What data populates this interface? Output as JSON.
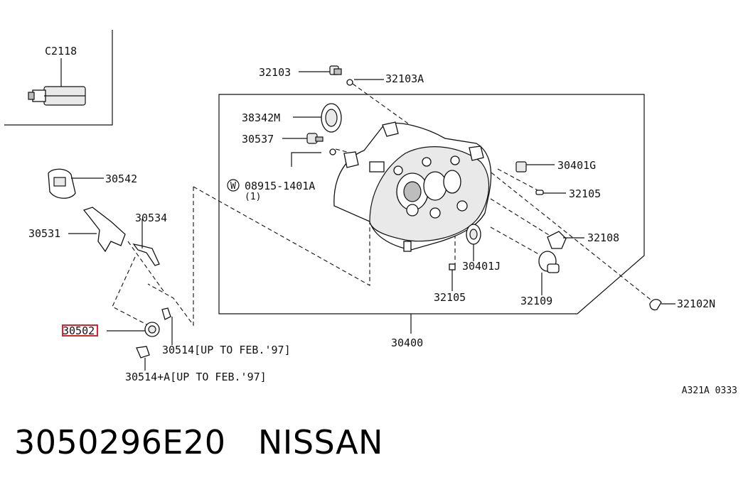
{
  "diagram": {
    "parts": {
      "c2118": "C2118",
      "p32103": "32103",
      "p32103a": "32103A",
      "p38342m": "38342M",
      "p30537": "30537",
      "washer_symbol": "W",
      "p08915": "08915-1401A",
      "p08915_qty": "(1)",
      "p30542": "30542",
      "p30534": "30534",
      "p30531": "30531",
      "p30502": "30502",
      "p30514": "30514[UP TO FEB.'97]",
      "p30514a": "30514+A[UP TO FEB.'97]",
      "p30401g": "30401G",
      "p32105_top": "32105",
      "p32108": "32108",
      "p30401j": "30401J",
      "p32109": "32109",
      "p32105_bottom": "32105",
      "p32102n": "32102N",
      "p30400": "30400"
    },
    "reference_code": "A321A 0333",
    "highlight_color": "#e0202a"
  },
  "footer": {
    "part_number": "3050296E20",
    "brand": "NISSAN"
  }
}
